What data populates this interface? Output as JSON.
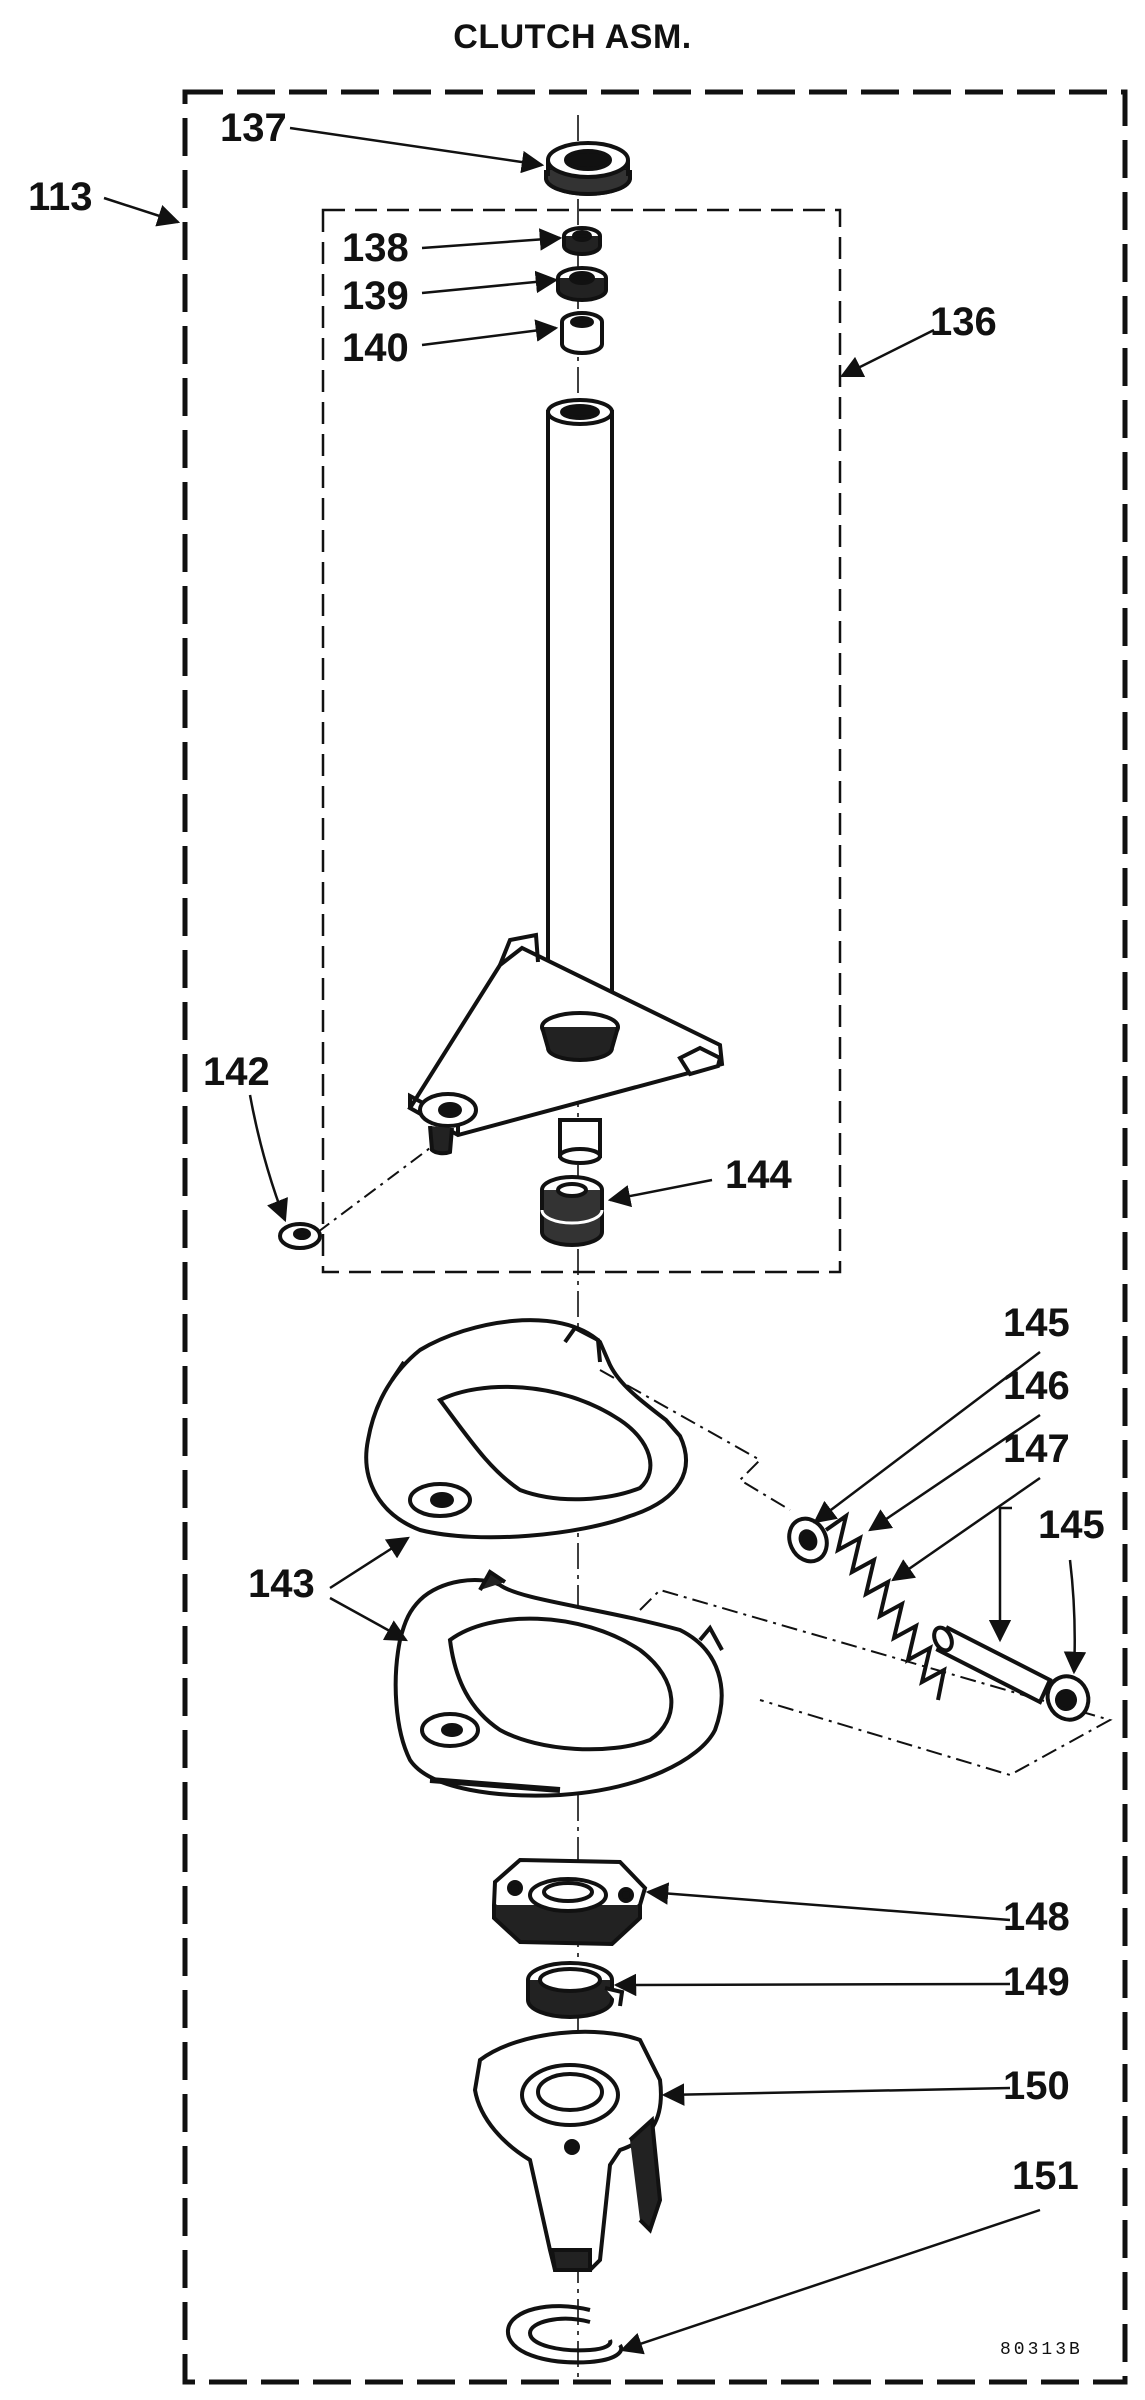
{
  "title": "CLUTCH ASM.",
  "drawing_code": "80313B",
  "labels": {
    "l113": "113",
    "l136": "136",
    "l137": "137",
    "l138": "138",
    "l139": "139",
    "l140": "140",
    "l142": "142",
    "l143": "143",
    "l144": "144",
    "l145a": "145",
    "l146": "146",
    "l147": "147",
    "l145b": "145",
    "l148": "148",
    "l149": "149",
    "l150": "150",
    "l151": "151"
  },
  "colors": {
    "ink": "#111111",
    "paper": "#ffffff"
  }
}
